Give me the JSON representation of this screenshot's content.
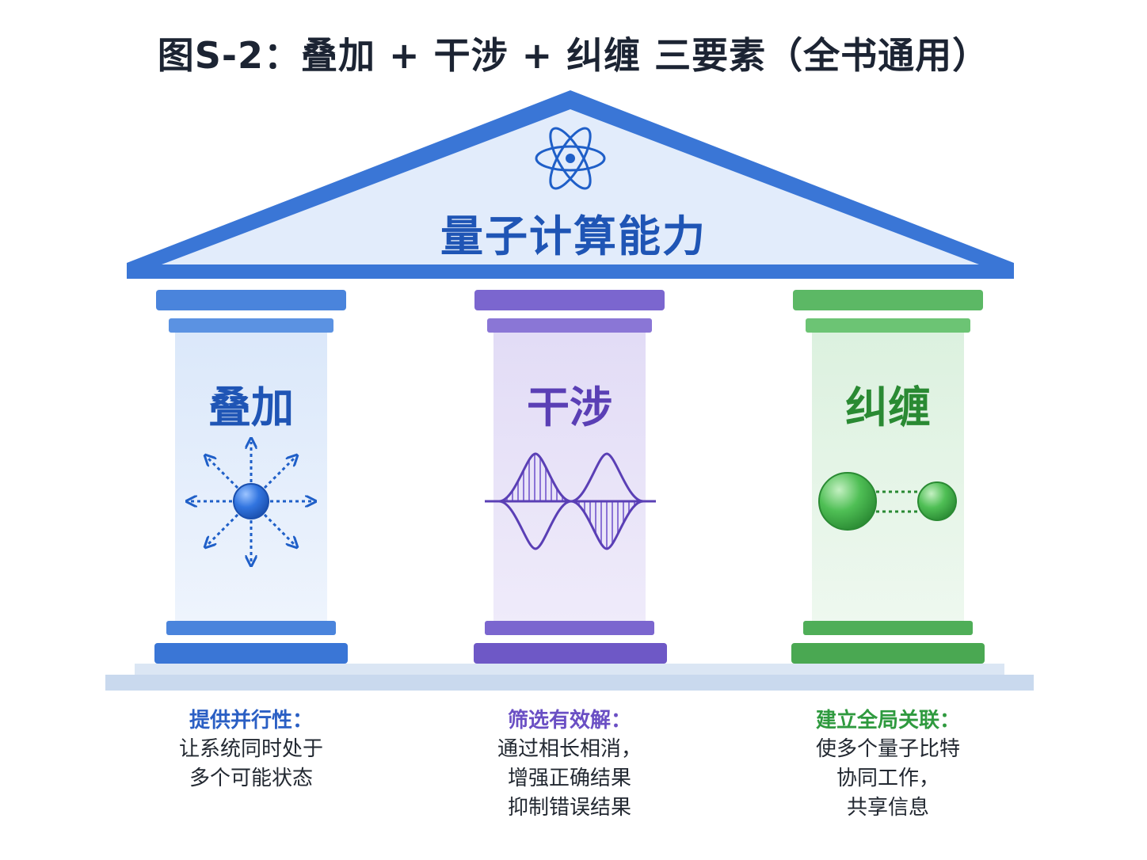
{
  "title": "图S-2：叠加 + 干涉 + 纠缠 三要素（全书通用）",
  "roof": {
    "label": "量子计算能力",
    "icon": "atom-icon"
  },
  "pillars": [
    {
      "name": "叠加",
      "icon": "superposition-arrows-icon",
      "color": "#3a76d6",
      "heading": "提供并行性：",
      "lines": [
        "让系统同时处于",
        "多个可能状态"
      ]
    },
    {
      "name": "干涉",
      "icon": "interference-wave-icon",
      "color": "#6a4fc4",
      "heading": "筛选有效解：",
      "lines": [
        "通过相长相消，",
        "增强正确结果",
        "抑制错误结果"
      ]
    },
    {
      "name": "纠缠",
      "icon": "entangled-spheres-icon",
      "color": "#2f9a3f",
      "heading": "建立全局关联：",
      "lines": [
        "使多个量子比特",
        "协同工作，",
        "共享信息"
      ]
    }
  ]
}
